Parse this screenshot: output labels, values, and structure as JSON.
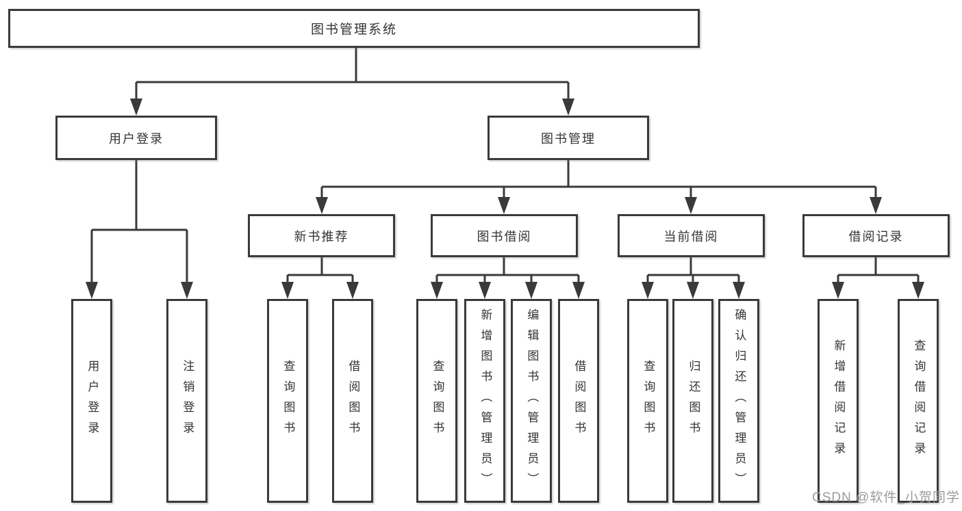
{
  "diagram": {
    "title_note": "functional structure chart",
    "root": {
      "label": "图书管理系统"
    },
    "branches": [
      {
        "label": "用户登录",
        "leaves": [
          {
            "label": "用户登录"
          },
          {
            "label": "注销登录"
          }
        ]
      },
      {
        "label": "图书管理",
        "sections": [
          {
            "label": "新书推荐",
            "leaves": [
              {
                "label": "查询图书"
              },
              {
                "label": "借阅图书"
              }
            ]
          },
          {
            "label": "图书借阅",
            "leaves": [
              {
                "label": "查询图书"
              },
              {
                "label": "新增图书（管理员）"
              },
              {
                "label": "编辑图书（管理员）"
              },
              {
                "label": "借阅图书"
              }
            ]
          },
          {
            "label": "当前借阅",
            "leaves": [
              {
                "label": "查询图书"
              },
              {
                "label": "归还图书"
              },
              {
                "label": "确认归还（管理员）"
              }
            ]
          },
          {
            "label": "借阅记录",
            "leaves": [
              {
                "label": "新增借阅记录"
              },
              {
                "label": "查询借阅记录"
              }
            ]
          }
        ]
      }
    ]
  },
  "watermark": {
    "text": "CSDN @软件_小贺同学",
    "color": "#9b9b9b"
  },
  "colors": {
    "line": "#3a3a3a",
    "text": "#333333",
    "background": "#ffffff"
  }
}
